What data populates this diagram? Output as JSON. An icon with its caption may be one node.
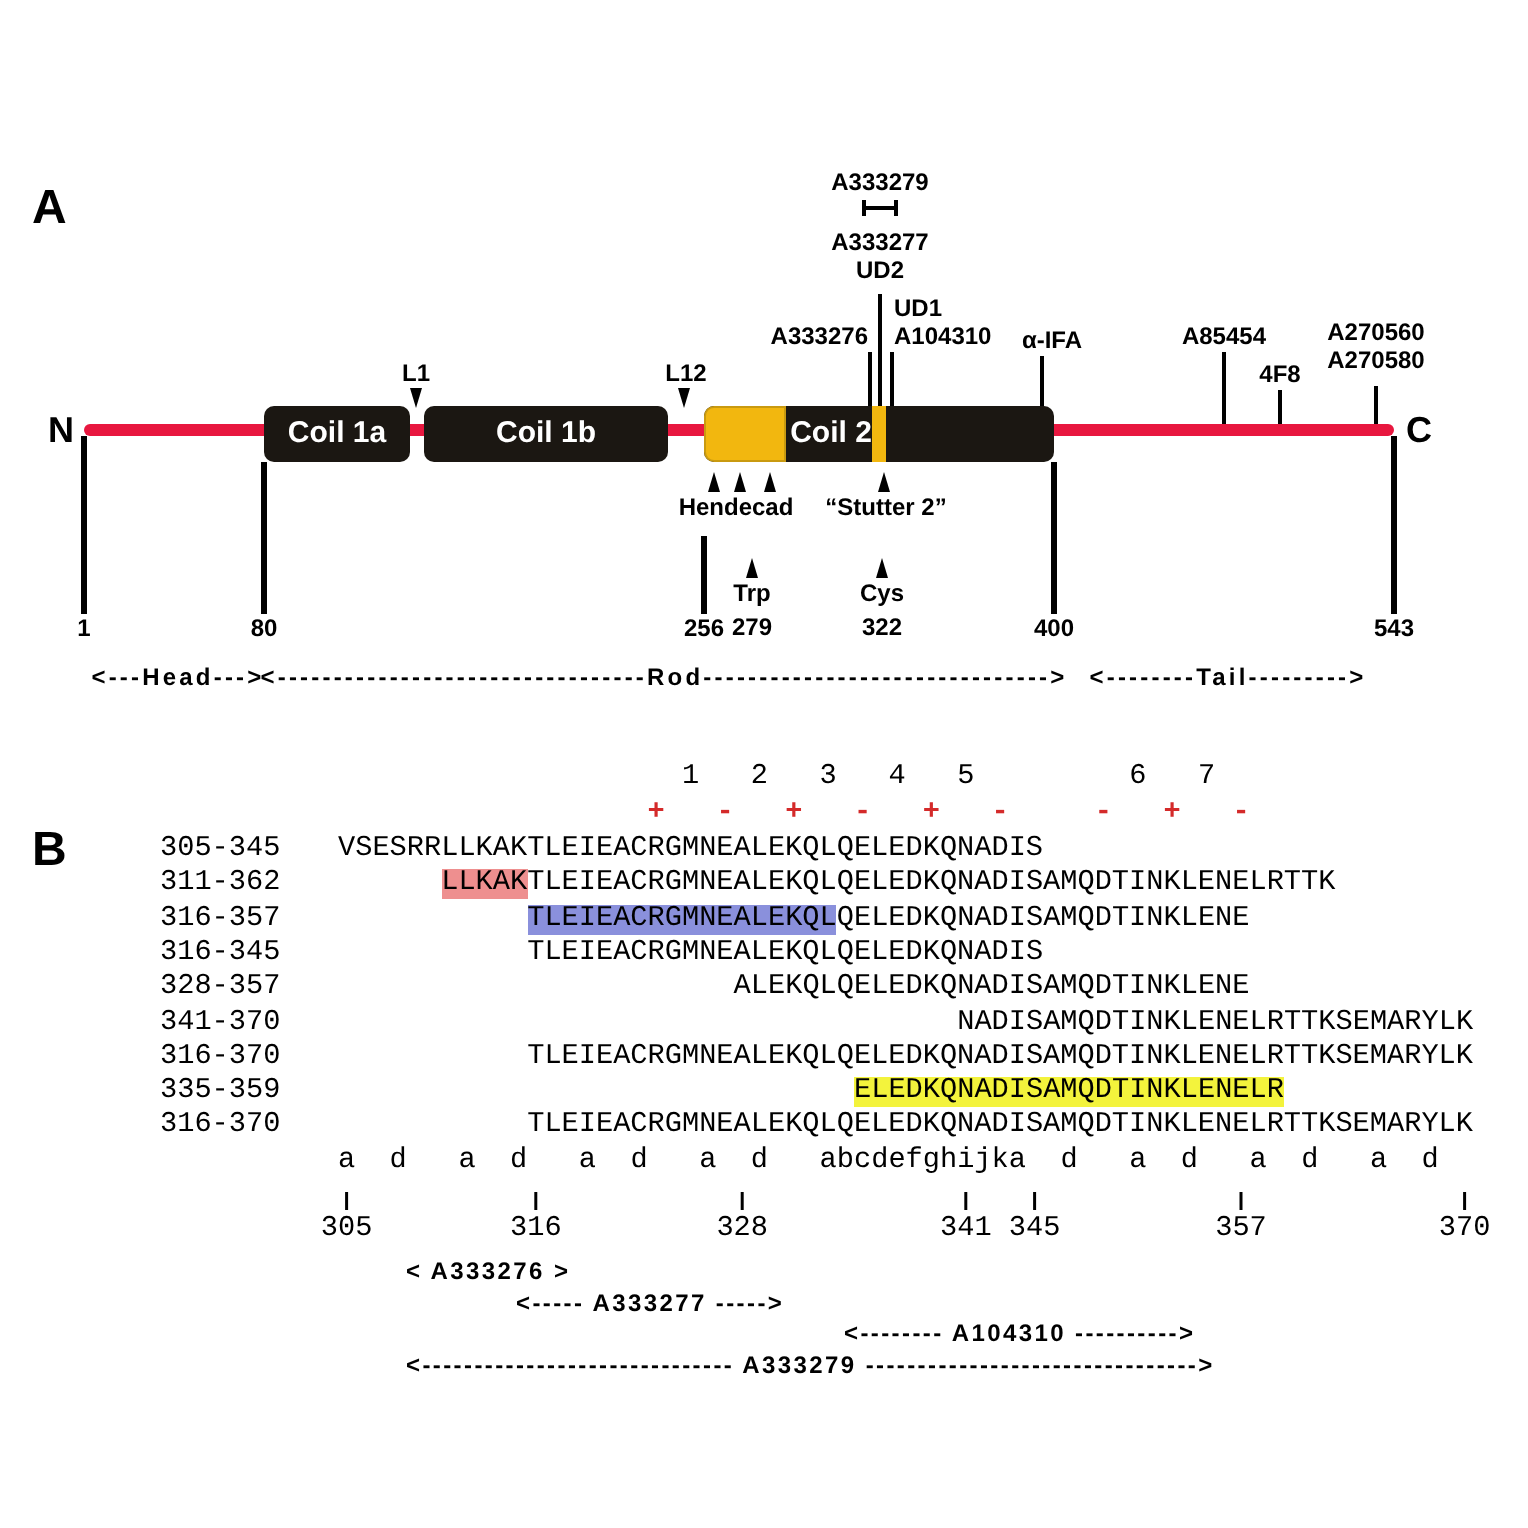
{
  "diagram": {
    "nodes": [
      {
        "text": [
          "Coil 1a"
        ]
      },
      {
        "text": [
          "Coil 1b"
        ]
      },
      {
        "text": [
          "Coil 2"
        ]
      },
      {
        "text": [],
        "shape": "bar",
        "beside": [
          "N"
        ]
      },
      {
        "text": [
          "A333276"
        ]
      },
      {
        "text": [
          "A333279",
          "A333277",
          "UD2"
        ]
      },
      {
        "text": [
          "UD1",
          "A104310"
        ]
      },
      {
        "text": [
          "α-IFA"
        ]
      },
      {
        "text": [
          "A85454"
        ]
      },
      {
        "text": [
          "4F8"
        ]
      },
      {
        "text": [
          "A270560",
          "A270580"
        ]
      },
      {
        "text": [
          "1"
        ]
      },
      {
        "text": [
          "80"
        ]
      },
      {
        "text": [
          "256"
        ]
      },
      {
        "text": [
          "400"
        ]
      },
      {
        "text": [
          "543"
        ]
      },
      {
        "text": [],
        "shape": "bar"
      },
      {
        "text": [],
        "shape": "bar"
      },
      {
        "text": [],
        "shape": "bar",
        "beside": [
          "C"
        ]
      }
    ],
    "edges": [
      {
        "from": 4,
        "to": 2,
        "arrow": "none"
      },
      {
        "from": 5,
        "to": 2,
        "arrow": "none"
      },
      {
        "from": 6,
        "to": 2,
        "arrow": "none"
      },
      {
        "from": 7,
        "to": 2,
        "arrow": "none"
      },
      {
        "from": 8,
        "to": 18,
        "arrow": "none"
      },
      {
        "from": 9,
        "to": 18,
        "arrow": "none"
      },
      {
        "from": 10,
        "to": 18,
        "arrow": "none"
      },
      {
        "from": 11,
        "to": 3,
        "arrow": "none"
      },
      {
        "from": 12,
        "to": 0,
        "arrow": "none"
      },
      {
        "from": 13,
        "to": null,
        "arrow": "none"
      },
      {
        "from": 14,
        "to": 2,
        "arrow": "none"
      },
      {
        "from": 15,
        "to": 18,
        "arrow": "none"
      }
    ],
    "labels": [
      "A",
      "L1",
      "L12",
      "Hendecad",
      "“Stutter 2”",
      "Trp",
      "Cys",
      "279",
      "322",
      "<---Head--->",
      "<---------------------------------Rod------------------------------->",
      "<--------Tail--------->",
      "B",
      "1",
      "2",
      "3",
      "4",
      "5",
      "6",
      "7",
      "+",
      "-",
      "+",
      "-",
      "+",
      "-",
      "-",
      "+",
      "-",
      "305-345",
      "VSESRRLLKAKTLEIEACRGMNEALEKQLQELEDKQNADIS",
      "311-362",
      "LLKAK",
      "TLEIEACRGMNEALEKQLQELEDKQNADISAMQDTINKLENELRTTK",
      "316-357",
      "TLEIEACRGMNEALEKQL",
      "QELEDKQNADISAMQDTINKLENE",
      "316-345",
      "TLEIEACRGMNEALEKQLQELEDKQNADIS",
      "328-357",
      "ALEKQLQELEDKQNADISAMQDTINKLENE",
      "341-370",
      "NADISAMQDTINKLENELRTTKSEMARYLK",
      "316-370",
      "TLEIEACRGMNEALEKQLQELEDKQNADISAMQDTINKLENELRTTKSEMARYLK",
      "335-359",
      "ELEDKQNADISAMQDTINKLENELR",
      "316-370",
      "TLEIEACRGMNEALEKQLQELEDKQNADISAMQDTINKLENELRTTKSEMARYLK",
      "a",
      "d",
      "a",
      "d",
      "a",
      "d",
      "a",
      "d",
      "abcdefghijka",
      "d",
      "a",
      "d",
      "a",
      "d",
      "a",
      "d",
      "305",
      "316",
      "328",
      "341",
      "345",
      "357",
      "370",
      "< A333276 >",
      "<----- A333277 ----->",
      "<-------- A104310 ---------->",
      "<------------------------------ A333279 -------------------------------->"
    ]
  }
}
